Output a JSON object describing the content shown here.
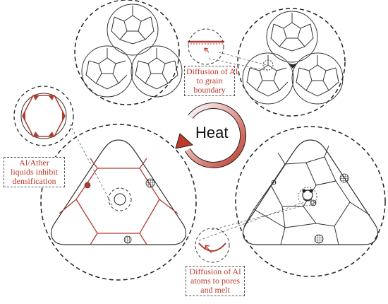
{
  "labels": {
    "heat": "Heat",
    "diffusion_grain": [
      "Diffusion of Al",
      "to grain",
      "boundary"
    ],
    "liquids_inhibit": [
      "Al/Ather",
      "liquids inhibit",
      "densification"
    ],
    "diffusion_pores": [
      "Diffusion of Al",
      "atoms to pores",
      "and melt"
    ]
  },
  "colors": {
    "stroke": "#2b2b2b",
    "accent": "#b03a2e",
    "arrow_gradient": [
      "#ffffff",
      "#c0392b"
    ]
  }
}
